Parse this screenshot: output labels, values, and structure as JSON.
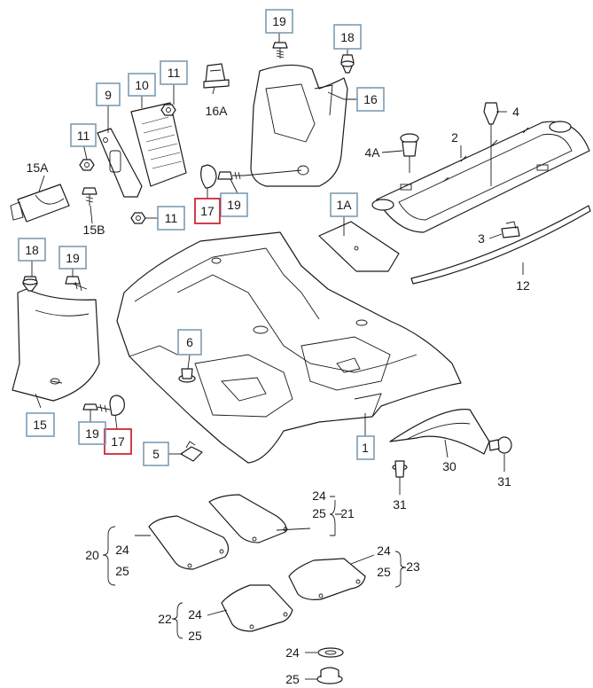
{
  "diagram": {
    "colors": {
      "boxed_callout_border": "#7c9cb4",
      "highlighted_callout_border": "#cc2a36",
      "line": "#1a1a1a"
    },
    "callouts_boxed": [
      {
        "id": "c19a",
        "text": "19"
      },
      {
        "id": "c18a",
        "text": "18"
      },
      {
        "id": "c16",
        "text": "16"
      },
      {
        "id": "c11a",
        "text": "11"
      },
      {
        "id": "c10",
        "text": "10"
      },
      {
        "id": "c9",
        "text": "9"
      },
      {
        "id": "c11b",
        "text": "11"
      },
      {
        "id": "c11c",
        "text": "11"
      },
      {
        "id": "c19b",
        "text": "19"
      },
      {
        "id": "c1a",
        "text": "1A"
      },
      {
        "id": "c18b",
        "text": "18"
      },
      {
        "id": "c19c",
        "text": "19"
      },
      {
        "id": "c6",
        "text": "6"
      },
      {
        "id": "c15",
        "text": "15"
      },
      {
        "id": "c19d",
        "text": "19"
      },
      {
        "id": "c5",
        "text": "5"
      },
      {
        "id": "c1",
        "text": "1"
      }
    ],
    "callouts_highlighted": [
      {
        "id": "r17a",
        "text": "17"
      },
      {
        "id": "r17b",
        "text": "17"
      }
    ],
    "callouts_plain": [
      {
        "id": "t16a",
        "text": "16A"
      },
      {
        "id": "t15a",
        "text": "15A"
      },
      {
        "id": "t15b",
        "text": "15B"
      },
      {
        "id": "t4",
        "text": "4"
      },
      {
        "id": "t4a",
        "text": "4A"
      },
      {
        "id": "t2",
        "text": "2"
      },
      {
        "id": "t3",
        "text": "3"
      },
      {
        "id": "t12",
        "text": "12"
      },
      {
        "id": "t30",
        "text": "30"
      },
      {
        "id": "t31a",
        "text": "31"
      },
      {
        "id": "t31b",
        "text": "31"
      },
      {
        "id": "t24a",
        "text": "24"
      },
      {
        "id": "t25a",
        "text": "25"
      },
      {
        "id": "t21",
        "text": "21"
      },
      {
        "id": "t20",
        "text": "20"
      },
      {
        "id": "t24b",
        "text": "24"
      },
      {
        "id": "t25b",
        "text": "25"
      },
      {
        "id": "t24c",
        "text": "24"
      },
      {
        "id": "t25c",
        "text": "25"
      },
      {
        "id": "t23",
        "text": "23"
      },
      {
        "id": "t22",
        "text": "22"
      },
      {
        "id": "t24d",
        "text": "24"
      },
      {
        "id": "t25d",
        "text": "25"
      },
      {
        "id": "t24e",
        "text": "24"
      },
      {
        "id": "t25e",
        "text": "25"
      }
    ]
  }
}
